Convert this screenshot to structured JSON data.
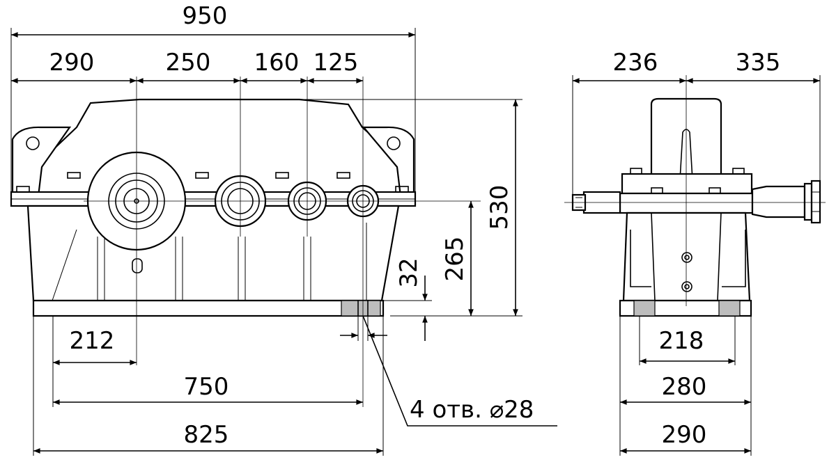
{
  "drawing": {
    "front_view": {
      "dims": {
        "overall_length": "950",
        "seg_1": "290",
        "seg_2": "250",
        "seg_3": "160",
        "seg_4": "125",
        "height_total": "530",
        "shaft_height": "265",
        "base_thickness": "32",
        "hole_offset": "212",
        "hole_spacing": "750",
        "base_length": "825"
      },
      "note": "4 отв. ⌀28"
    },
    "side_view": {
      "dims": {
        "left_shaft": "236",
        "right_shaft": "335",
        "hole_spacing": "218",
        "base_inner": "280",
        "base_width": "290"
      }
    }
  }
}
